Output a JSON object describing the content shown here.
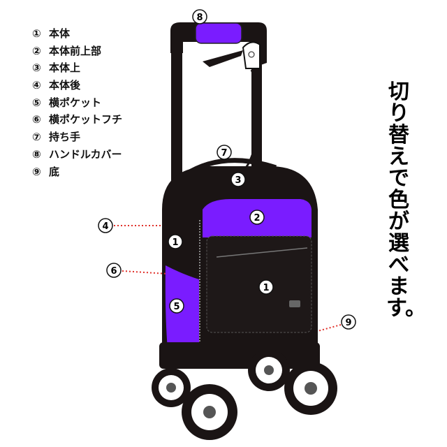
{
  "legend": [
    {
      "num": "①",
      "label": "本体"
    },
    {
      "num": "②",
      "label": "本体前上部"
    },
    {
      "num": "③",
      "label": "本体上"
    },
    {
      "num": "④",
      "label": "本体後"
    },
    {
      "num": "⑤",
      "label": "横ポケット"
    },
    {
      "num": "⑥",
      "label": "横ポケットフチ"
    },
    {
      "num": "⑦",
      "label": "持ち手"
    },
    {
      "num": "⑧",
      "label": "ハンドルカバー"
    },
    {
      "num": "⑨",
      "label": "底"
    }
  ],
  "headline": "切り替えで色が選べます。",
  "callouts": {
    "handle_cover": "8",
    "carry_handle": "7",
    "body_top": "3",
    "body_front_top": "2",
    "body_back": "4",
    "body_side": "1",
    "side_pocket_edge": "6",
    "body_front": "1",
    "side_pocket": "5",
    "bottom": "9"
  },
  "colors": {
    "accent": "#7a1cff",
    "body": "#1a1414",
    "leader": "#e0302a"
  }
}
